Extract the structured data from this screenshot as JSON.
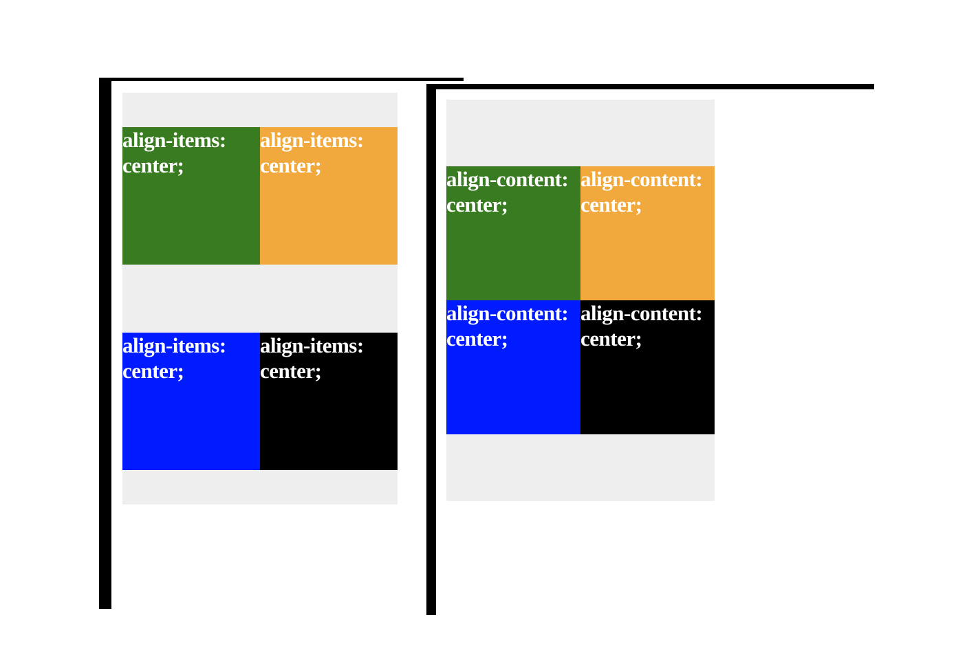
{
  "panels": [
    {
      "cells": [
        {
          "line1": "align-items:",
          "line2": "center;",
          "color": "#387b20"
        },
        {
          "line1": "align-items:",
          "line2": "center;",
          "color": "#f1a83c"
        },
        {
          "line1": "align-items:",
          "line2": "center;",
          "color": "#001bff"
        },
        {
          "line1": "align-items:",
          "line2": "center;",
          "color": "#000000"
        }
      ]
    },
    {
      "cells": [
        {
          "line1": "align-content:",
          "line2": "center;",
          "color": "#387b20"
        },
        {
          "line1": "align-content:",
          "line2": "center;",
          "color": "#f1a83c"
        },
        {
          "line1": "align-content:",
          "line2": "center;",
          "color": "#001bff"
        },
        {
          "line1": "align-content:",
          "line2": "center;",
          "color": "#000000"
        }
      ]
    }
  ],
  "colors": {
    "panel_background": "#eeeeee",
    "frame": "#000000",
    "text": "#ffffff"
  }
}
